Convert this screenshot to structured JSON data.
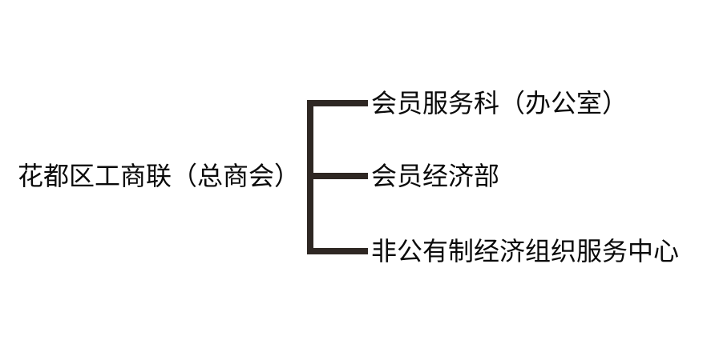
{
  "diagram": {
    "type": "organization-chart",
    "orientation": "left-to-right",
    "title_text": "",
    "background_color": "#ffffff",
    "text_color": "#0a0a0a",
    "connector_color": "#2e2723",
    "root": {
      "label": "花都区工商联（总商会）"
    },
    "children": [
      {
        "label": "会员服务科（办公室）"
      },
      {
        "label": "会员经济部"
      },
      {
        "label": "非公有制经济组织服务中心"
      }
    ],
    "connector": {
      "style": "bracket",
      "branch_count": 3
    }
  }
}
